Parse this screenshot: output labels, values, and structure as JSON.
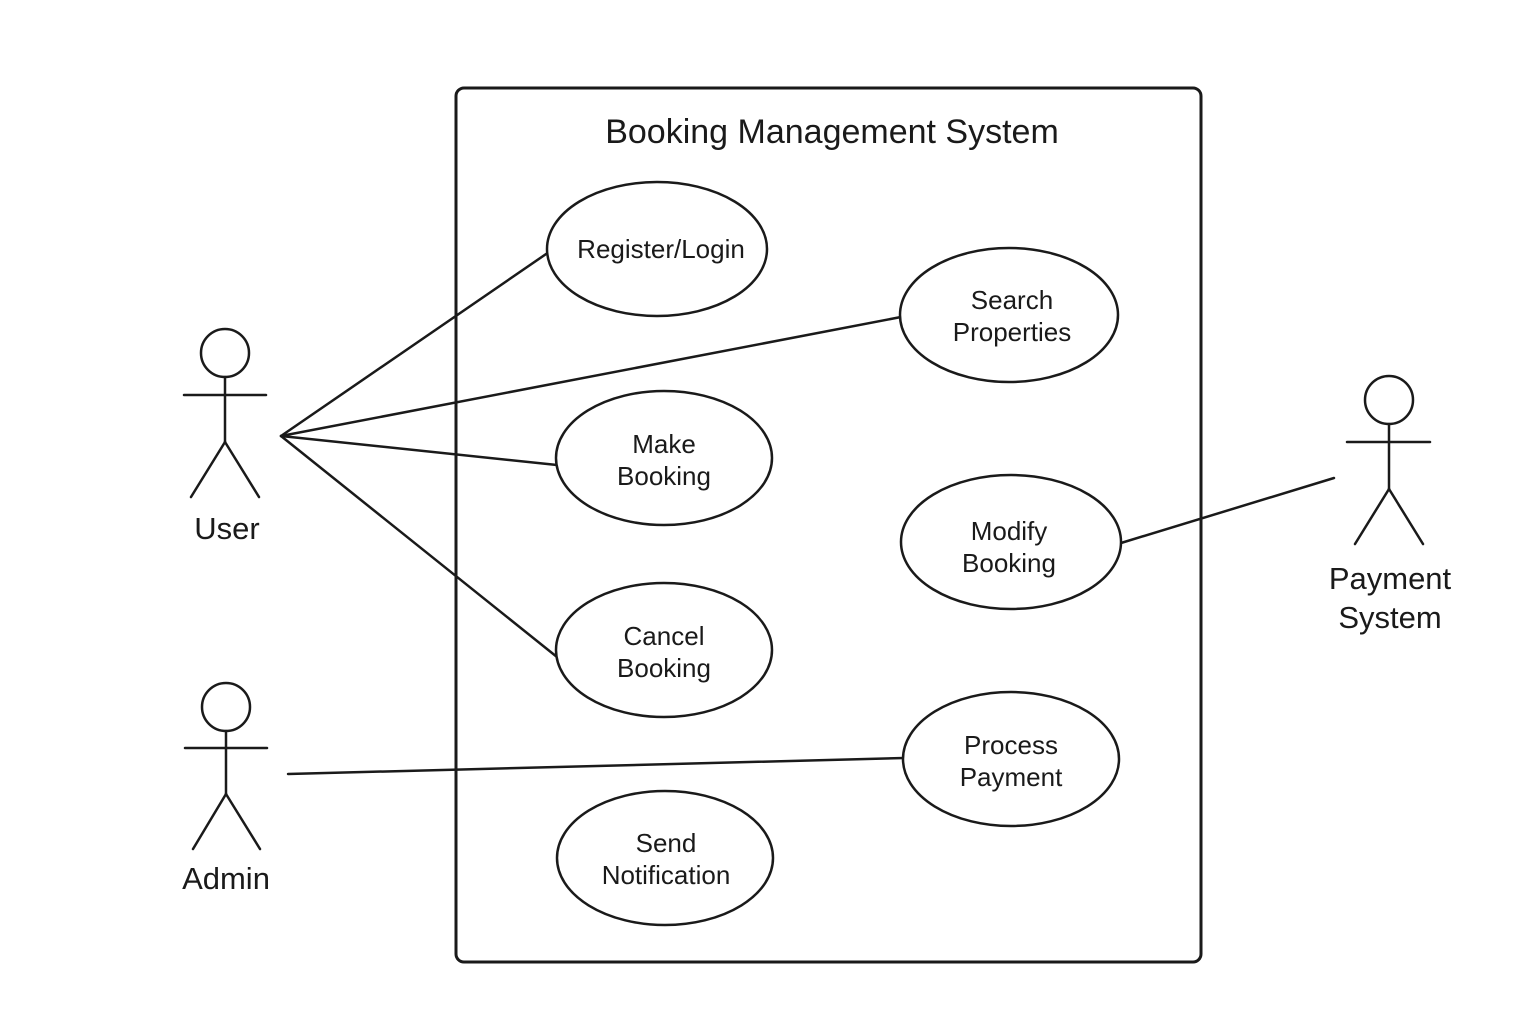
{
  "system": {
    "title": "Booking Management System"
  },
  "actors": {
    "user": {
      "label": "User"
    },
    "admin": {
      "label": "Admin"
    },
    "payment": {
      "line1": "Payment",
      "line2": "System"
    }
  },
  "use_cases": {
    "register_login": {
      "line1": "Register/Login"
    },
    "search_properties": {
      "line1": "Search",
      "line2": "Properties"
    },
    "make_booking": {
      "line1": "Make",
      "line2": "Booking"
    },
    "modify_booking": {
      "line1": "Modify",
      "line2": "Booking"
    },
    "cancel_booking": {
      "line1": "Cancel",
      "line2": "Booking"
    },
    "process_payment": {
      "line1": "Process",
      "line2": "Payment"
    },
    "send_notification": {
      "line1": "Send",
      "line2": "Notification"
    }
  }
}
